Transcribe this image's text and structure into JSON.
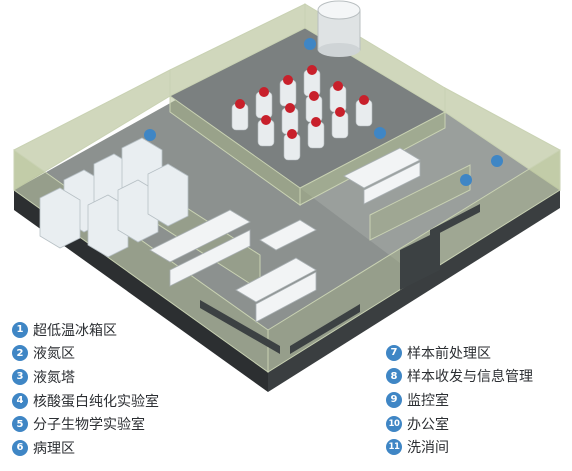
{
  "legend": [
    {
      "num": "1",
      "label": "超低温冰箱区"
    },
    {
      "num": "2",
      "label": "液氮区"
    },
    {
      "num": "3",
      "label": "液氮塔"
    },
    {
      "num": "4",
      "label": "核酸蛋白纯化实验室"
    },
    {
      "num": "5",
      "label": "分子生物学实验室"
    },
    {
      "num": "6",
      "label": "病理区"
    },
    {
      "num": "7",
      "label": "样本前处理区"
    },
    {
      "num": "8",
      "label": "样本收发与信息管理"
    },
    {
      "num": "9",
      "label": "监控室"
    },
    {
      "num": "10",
      "label": "办公室"
    },
    {
      "num": "11",
      "label": "洗消间"
    }
  ],
  "colors": {
    "badge": "#3f86c5",
    "floor": "#8c918f",
    "wall_glass": "#a9b785",
    "roof_edge": "#c9d2b3",
    "freezer": "#e9eef1",
    "tank_cap": "#c8202b",
    "bench": "#f2f4f5",
    "dark_wall": "#2c2f31"
  },
  "icons": {
    "badge": "numbered-circle-icon"
  }
}
